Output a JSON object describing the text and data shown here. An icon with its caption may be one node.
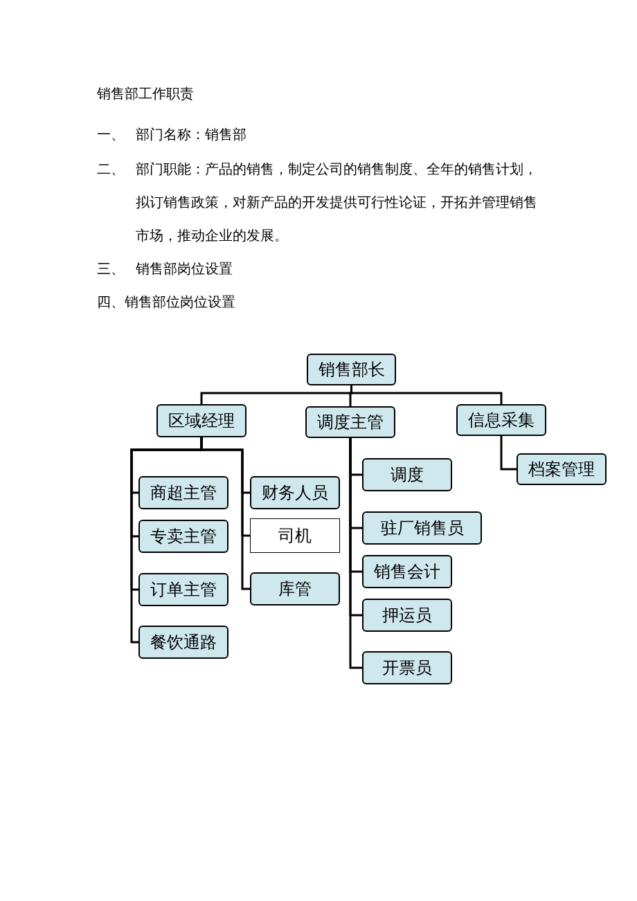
{
  "diagram": {
    "title": "销售部工作职责",
    "nodes": [
      {
        "text": [
          "销售部长"
        ]
      },
      {
        "text": [
          "区域经理"
        ]
      },
      {
        "text": [
          "调度主管"
        ]
      },
      {
        "text": [
          "信息采集"
        ]
      },
      {
        "text": [
          "档案管理"
        ]
      },
      {
        "text": [
          "商超主管"
        ]
      },
      {
        "text": [
          "专卖主管"
        ]
      },
      {
        "text": [
          "订单主管"
        ]
      },
      {
        "text": [
          "餐饮通路"
        ]
      },
      {
        "text": [
          "财务人员"
        ]
      },
      {
        "text": [
          "司机"
        ]
      },
      {
        "text": [
          "库管"
        ]
      },
      {
        "text": [
          "调度"
        ]
      },
      {
        "text": [
          "驻厂销售员"
        ]
      },
      {
        "text": [
          "销售会计"
        ]
      },
      {
        "text": [
          "押运员"
        ]
      },
      {
        "text": [
          "开票员"
        ]
      }
    ],
    "edges": [
      {
        "from": 0,
        "to": 1,
        "arrow": "none"
      },
      {
        "from": 0,
        "to": 2,
        "arrow": "none"
      },
      {
        "from": 0,
        "to": 3,
        "arrow": "none"
      },
      {
        "from": 3,
        "to": 4,
        "arrow": "none"
      },
      {
        "from": 1,
        "to": 5,
        "arrow": "none"
      },
      {
        "from": 1,
        "to": 6,
        "arrow": "none"
      },
      {
        "from": 1,
        "to": 7,
        "arrow": "none"
      },
      {
        "from": 1,
        "to": 8,
        "arrow": "none"
      },
      {
        "from": 1,
        "to": 9,
        "arrow": "none"
      },
      {
        "from": 1,
        "to": 10,
        "arrow": "none"
      },
      {
        "from": 1,
        "to": 11,
        "arrow": "none"
      },
      {
        "from": 2,
        "to": 12,
        "arrow": "none"
      },
      {
        "from": 2,
        "to": 13,
        "arrow": "none"
      },
      {
        "from": 2,
        "to": 14,
        "arrow": "none"
      },
      {
        "from": 2,
        "to": 15,
        "arrow": "none"
      },
      {
        "from": 2,
        "to": 16,
        "arrow": "none"
      }
    ],
    "labels": [
      "一、",
      "部门名称：销售部",
      "二、",
      "部门职能：产品的销售，制定公司的销售制度、全年的销售计划，拟订销售政策，对新产品的开发提供可行性论证，开拓并管理销售市场，推动企业的发展。",
      "三、",
      "销售部岗位设置",
      "四、销售部位岗位设置"
    ]
  }
}
